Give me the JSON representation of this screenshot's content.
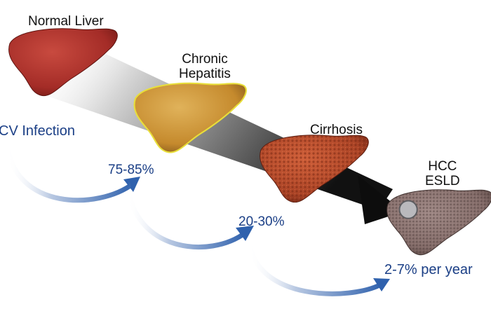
{
  "labels": {
    "normal_liver": "Normal Liver",
    "chronic_hepatitis_line1": "Chronic",
    "chronic_hepatitis_line2": "Hepatitis",
    "cirrhosis": "Cirrhosis",
    "hcc": "HCC",
    "esld": "ESLD",
    "infection": "CV Infection"
  },
  "rates": {
    "to_chronic": "75-85%",
    "to_cirrhosis": "20-30%",
    "to_hcc": "2-7% per year"
  },
  "colors": {
    "normal_liver": "#a8302b",
    "chronic_liver": "#c98f2e",
    "cirrhosis_liver": "#b54a2c",
    "hcc_liver": "#8a726f",
    "arrow": "#3f6fb5",
    "rate_text": "#1b3f86"
  }
}
